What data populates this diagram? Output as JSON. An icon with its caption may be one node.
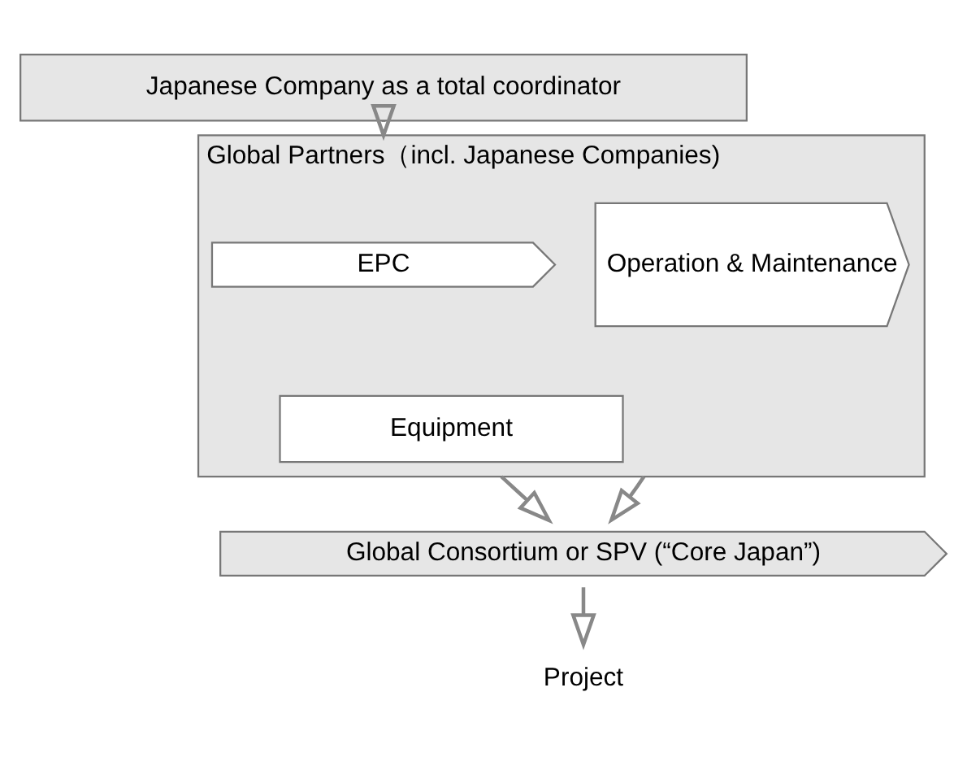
{
  "diagram": {
    "nodes": [
      {
        "text": [
          "Japanese Company as a total coordinator"
        ]
      },
      {
        "text": [
          "Global Partners（incl. Japanese Companies)"
        ]
      },
      {
        "text": [
          "EPC"
        ],
        "in": 1
      },
      {
        "text": [
          "Equipment"
        ],
        "in": 1
      },
      {
        "text": [
          "Operation & Maintenance"
        ],
        "in": 1
      },
      {
        "text": [
          "Global Consortium or SPV (“Core Japan”)"
        ]
      },
      {
        "text": [
          "Project"
        ]
      }
    ],
    "edges": [
      {
        "from": 0,
        "to": 1,
        "arrow": "to"
      },
      {
        "from": 1,
        "to": 5,
        "arrow": "to"
      },
      {
        "from": 1,
        "to": 5,
        "arrow": "to"
      },
      {
        "from": 5,
        "to": 6,
        "arrow": "to"
      }
    ]
  }
}
